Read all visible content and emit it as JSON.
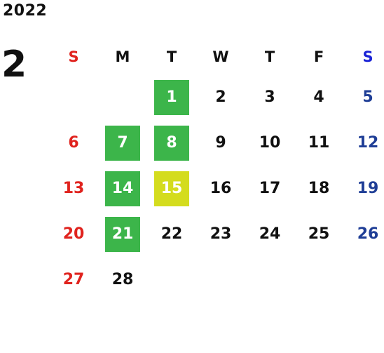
{
  "calendar": {
    "year": "2022",
    "month": "2",
    "weekday_headers": [
      "S",
      "M",
      "T",
      "W",
      "T",
      "F",
      "S"
    ],
    "colors": {
      "sunday": "#e0231e",
      "saturday": "#1f3e96",
      "highlight_green": "#3cb54a",
      "highlight_yellow": "#d4dc1e"
    },
    "weeks": [
      [
        {
          "day": ""
        },
        {
          "day": ""
        },
        {
          "day": "1",
          "highlight": "green"
        },
        {
          "day": "2"
        },
        {
          "day": "3"
        },
        {
          "day": "4"
        },
        {
          "day": "5"
        }
      ],
      [
        {
          "day": "6"
        },
        {
          "day": "7",
          "highlight": "green"
        },
        {
          "day": "8",
          "highlight": "green"
        },
        {
          "day": "9"
        },
        {
          "day": "10"
        },
        {
          "day": "11"
        },
        {
          "day": "12"
        }
      ],
      [
        {
          "day": "13"
        },
        {
          "day": "14",
          "highlight": "green"
        },
        {
          "day": "15",
          "highlight": "yellow"
        },
        {
          "day": "16"
        },
        {
          "day": "17"
        },
        {
          "day": "18"
        },
        {
          "day": "19"
        }
      ],
      [
        {
          "day": "20"
        },
        {
          "day": "21",
          "highlight": "green"
        },
        {
          "day": "22"
        },
        {
          "day": "23"
        },
        {
          "day": "24"
        },
        {
          "day": "25"
        },
        {
          "day": "26"
        }
      ],
      [
        {
          "day": "27"
        },
        {
          "day": "28"
        },
        {
          "day": ""
        },
        {
          "day": ""
        },
        {
          "day": ""
        },
        {
          "day": ""
        },
        {
          "day": ""
        }
      ]
    ]
  }
}
